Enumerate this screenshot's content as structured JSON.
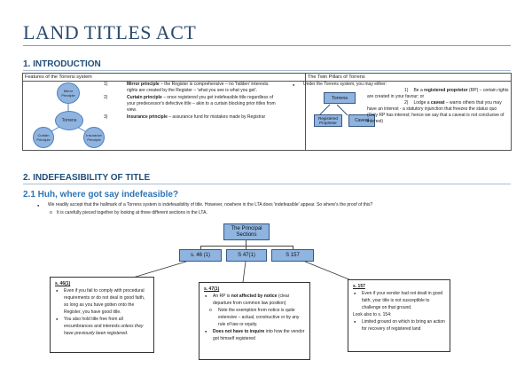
{
  "title": "LAND TITLES ACT",
  "section1": {
    "heading": "1.  INTRODUCTION",
    "col_left_head": "Features of the Torrens system",
    "col_right_head": "The Twin Pillars of Torrens",
    "diagram": {
      "center": "Torrens",
      "top": "Mirror Principle",
      "left": "Curtain Principle",
      "right": "Insurance Principle"
    },
    "principles": [
      {
        "num": "1)",
        "label": "Mirror principle",
        "text": " – the Register is comprehensive – no 'hidden' interests. rights are created by the Register – 'what you see is what you get'."
      },
      {
        "num": "2)",
        "label": "Curtain principle",
        "text": " – once registered you get indefeasible title regardless of your predecessor's defective title – akin to a curtain blocking prior titles from view."
      },
      {
        "num": "3)",
        "label": "Insurance principle",
        "text": " – assurance fund for mistakes made by Registrar"
      }
    ],
    "twin_intro": "Under the Torrens system, you may either:",
    "twin_diagram": {
      "top": "Torrens",
      "left": "Registered Proprietor",
      "right": "Caveat"
    },
    "twin_points": [
      {
        "num": "1)",
        "pre": "Be a ",
        "bold": "registered proprietor",
        "post": " (RP) – certain rights are created in your favour; or"
      },
      {
        "num": "2)",
        "pre": "Lodge a ",
        "bold": "caveat",
        "post": " – warns others that you may have an interest - a statutory injunction that freezes the status quo"
      }
    ],
    "twin_note": "(Only RP has interest; hence we say that a caveat is not conclusive of interest)"
  },
  "section2": {
    "heading": "2.  INDEFEASIBILITY OF TITLE",
    "sub_heading": "2.1 Huh, where got say indefeasible?",
    "bullet": "We readily accept that the hallmark of a Torrens system is indefeasibility of title. However, nowhere in the LTA does 'indefeasible' appear. So where's the proof of this?",
    "sub_bullet": "It is carefully pieced together by looking at three different sections in the LTA.",
    "org": {
      "root": "The Principal Sections",
      "children": [
        "s. 46 (1)",
        "S 47(1)",
        "S 157"
      ]
    },
    "callout_46": {
      "title": "s. 46(1)",
      "points": [
        "Even if you fail to comply with procedural requirements or do not deal in good faith, so long as you have gotten onto the Register, you have good title.",
        "You also hold title free from all encumbrances and interests "
      ],
      "unless_text": "unless they have previously been registered",
      "end": "."
    },
    "callout_47": {
      "title": "s. 47(1)",
      "p1_pre": "An RP is ",
      "p1_bold": "not affected by notice",
      "p1_post": " (clear departure from common law position)",
      "p1_sub": "Note the exemption from notice is quite extensive – actual, constructive or by any rule of law or equity.",
      "p2_bold": "Does not have to inquire",
      "p2_post": " into how the vendor got himself registered"
    },
    "callout_157": {
      "title": "s. 157",
      "p1": "Even if your vendor had not dealt in good faith, your title is not susceptible to challenge on that ground.",
      "look": "Look also to s. 154:",
      "p2": "Limited ground on which to bring an action for recovery of registered land"
    }
  }
}
